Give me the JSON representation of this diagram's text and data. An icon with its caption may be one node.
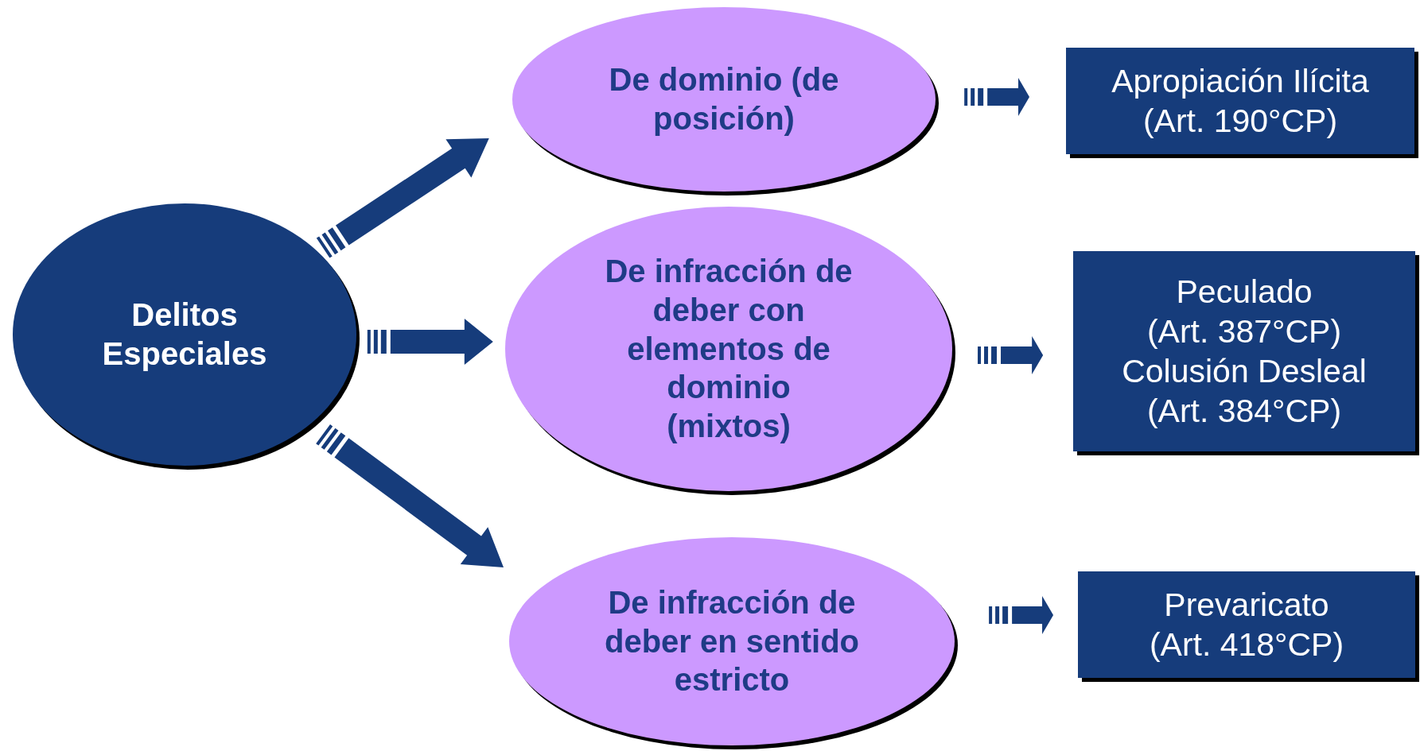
{
  "diagram": {
    "nodes": [
      {
        "text": [
          "Delitos Especiales"
        ]
      },
      {
        "text": [
          "De dominio (de posición)"
        ]
      },
      {
        "text": [
          "De infracción de deber con elementos de dominio (mixtos)"
        ]
      },
      {
        "text": [
          "De infracción de deber en sentido estricto"
        ]
      },
      {
        "text": [
          "Apropiación Ilícita (Art. 190°CP)"
        ]
      },
      {
        "text": [
          "Peculado (Art. 387°CP)",
          "Colusión Desleal (Art. 384°CP)"
        ]
      },
      {
        "text": [
          "Prevaricato (Art. 418°CP)"
        ]
      }
    ],
    "edges": [
      {
        "from": 0,
        "to": 1,
        "arrow": "to"
      },
      {
        "from": 0,
        "to": 2,
        "arrow": "to"
      },
      {
        "from": 0,
        "to": 3,
        "arrow": "to"
      },
      {
        "from": 1,
        "to": 4,
        "arrow": "to"
      },
      {
        "from": 2,
        "to": 5,
        "arrow": "to"
      },
      {
        "from": 3,
        "to": 6,
        "arrow": "to"
      }
    ]
  }
}
